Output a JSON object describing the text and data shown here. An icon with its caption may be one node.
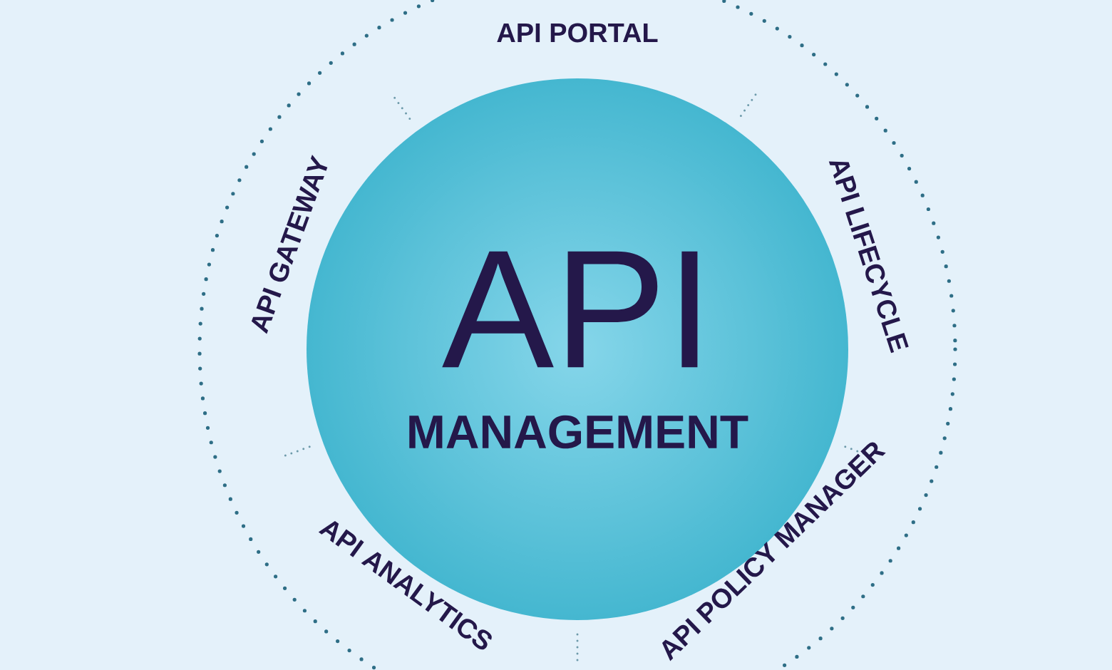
{
  "diagram": {
    "nodes": [
      {
        "text": [
          "API",
          "MANAGEMENT"
        ]
      }
    ],
    "labels": [
      "API PORTAL",
      "API GATEWAY",
      "API LIFECYCLE",
      "API ANALYTICS",
      "API POLICY MANAGER"
    ]
  }
}
